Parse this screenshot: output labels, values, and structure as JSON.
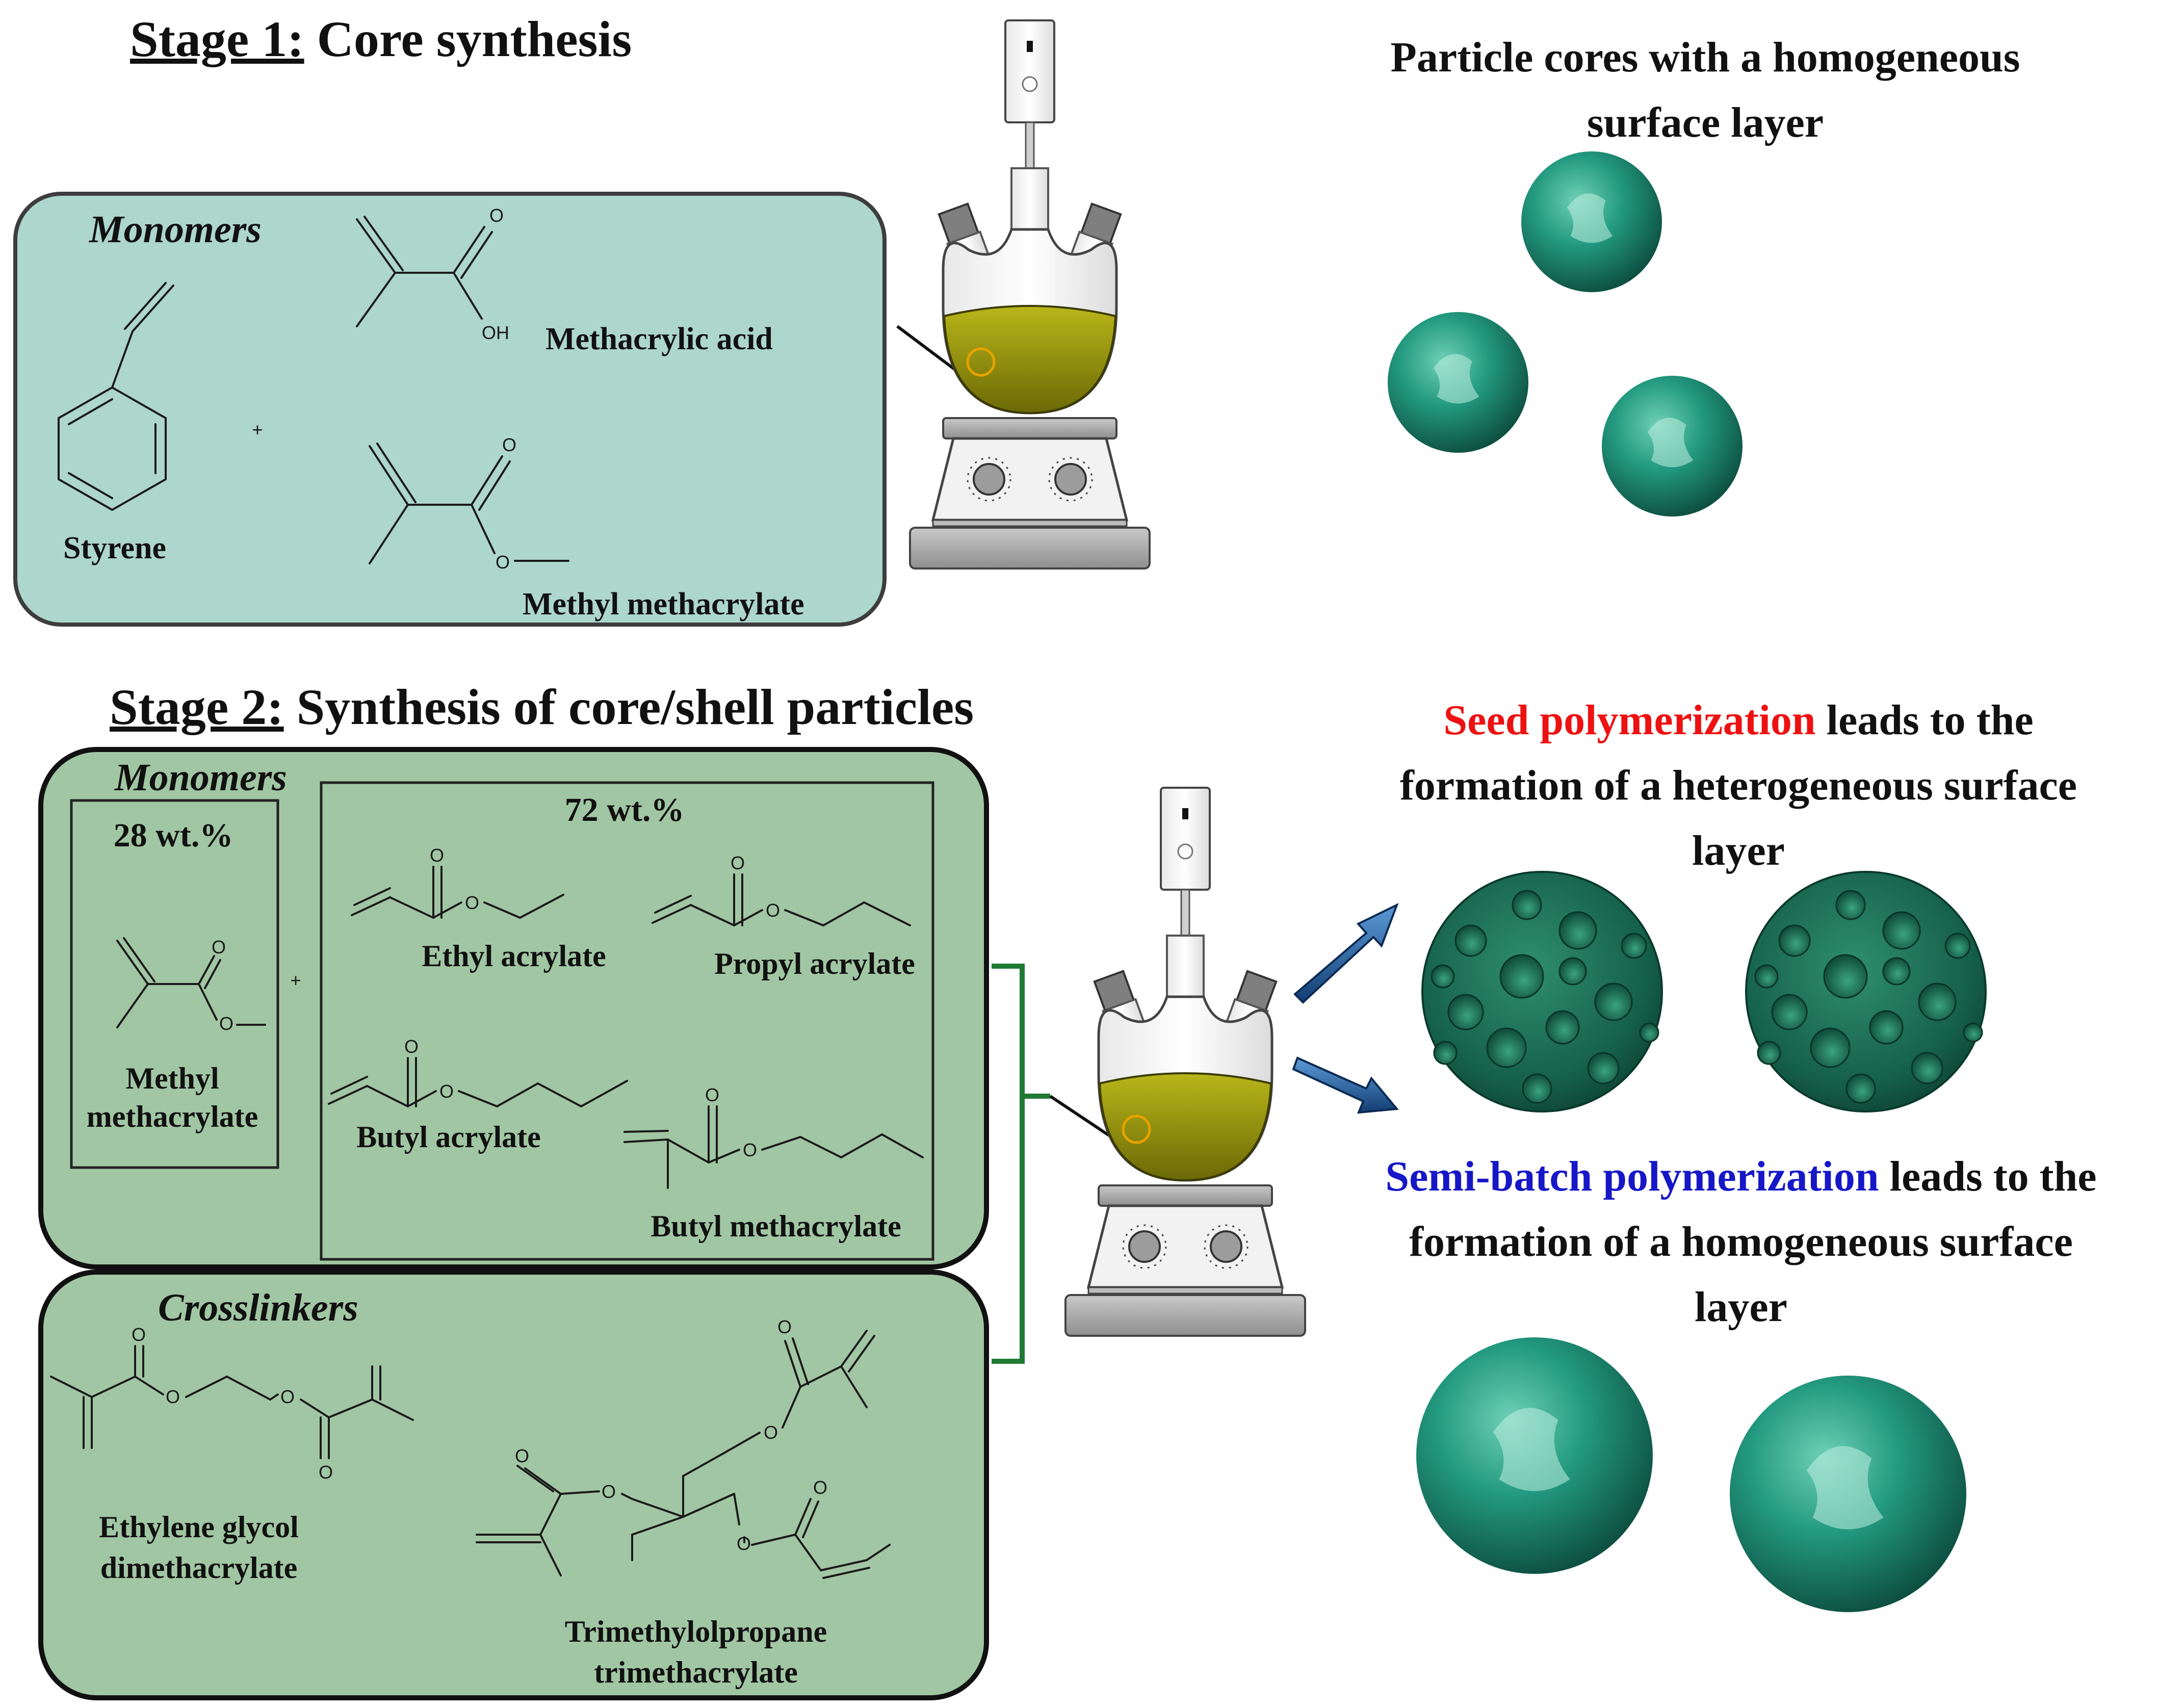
{
  "stage1": {
    "title_prefix": "Stage 1:",
    "title_rest": " Core synthesis",
    "box_label": "Monomers",
    "monomers": {
      "styrene": "Styrene",
      "plus": "+",
      "methacrylic_acid": "Methacrylic acid",
      "methyl_methacrylate": "Methyl methacrylate",
      "oh": "OH",
      "o_carbonyl": "O",
      "o_ester": "O"
    },
    "result_line1": "Particle cores with a homogeneous",
    "result_line2": "surface layer"
  },
  "stage2": {
    "title_prefix": "Stage 2:",
    "title_rest": " Synthesis of core/shell particles",
    "monomers_label": "Monomers",
    "pct_left": "28 wt.%",
    "pct_right": "72 wt.%",
    "plus": "+",
    "mma_line1": "Methyl",
    "mma_line2": "methacrylate",
    "ethyl_acrylate": "Ethyl acrylate",
    "propyl_acrylate": "Propyl acrylate",
    "butyl_acrylate": "Butyl acrylate",
    "butyl_methacrylate": "Butyl methacrylate",
    "crosslinkers_label": "Crosslinkers",
    "egdma_line1": "Ethylene glycol",
    "egdma_line2": "dimethacrylate",
    "tmpt_line1": "Trimethylolpropane",
    "tmpt_line2": "trimethacrylate",
    "seed_highlight": "Seed polymerization",
    "seed_rest": " leads to the",
    "seed_line2": "formation of a heterogeneous surface",
    "seed_line3": "layer",
    "semi_highlight": "Semi-batch polymerization",
    "semi_rest": " leads to the",
    "semi_line2": "formation of a homogeneous surface",
    "semi_line3": "layer"
  },
  "colors": {
    "stage1_box": "#add6cc",
    "stage2_box": "#a1c6a3",
    "seed_text": "#ee1111",
    "semi_text": "#1717c8",
    "bracket": "#1f7a35",
    "arrow": "#1c5a9a",
    "particle": "#1f8a73",
    "liquid": "#8c8a10"
  }
}
